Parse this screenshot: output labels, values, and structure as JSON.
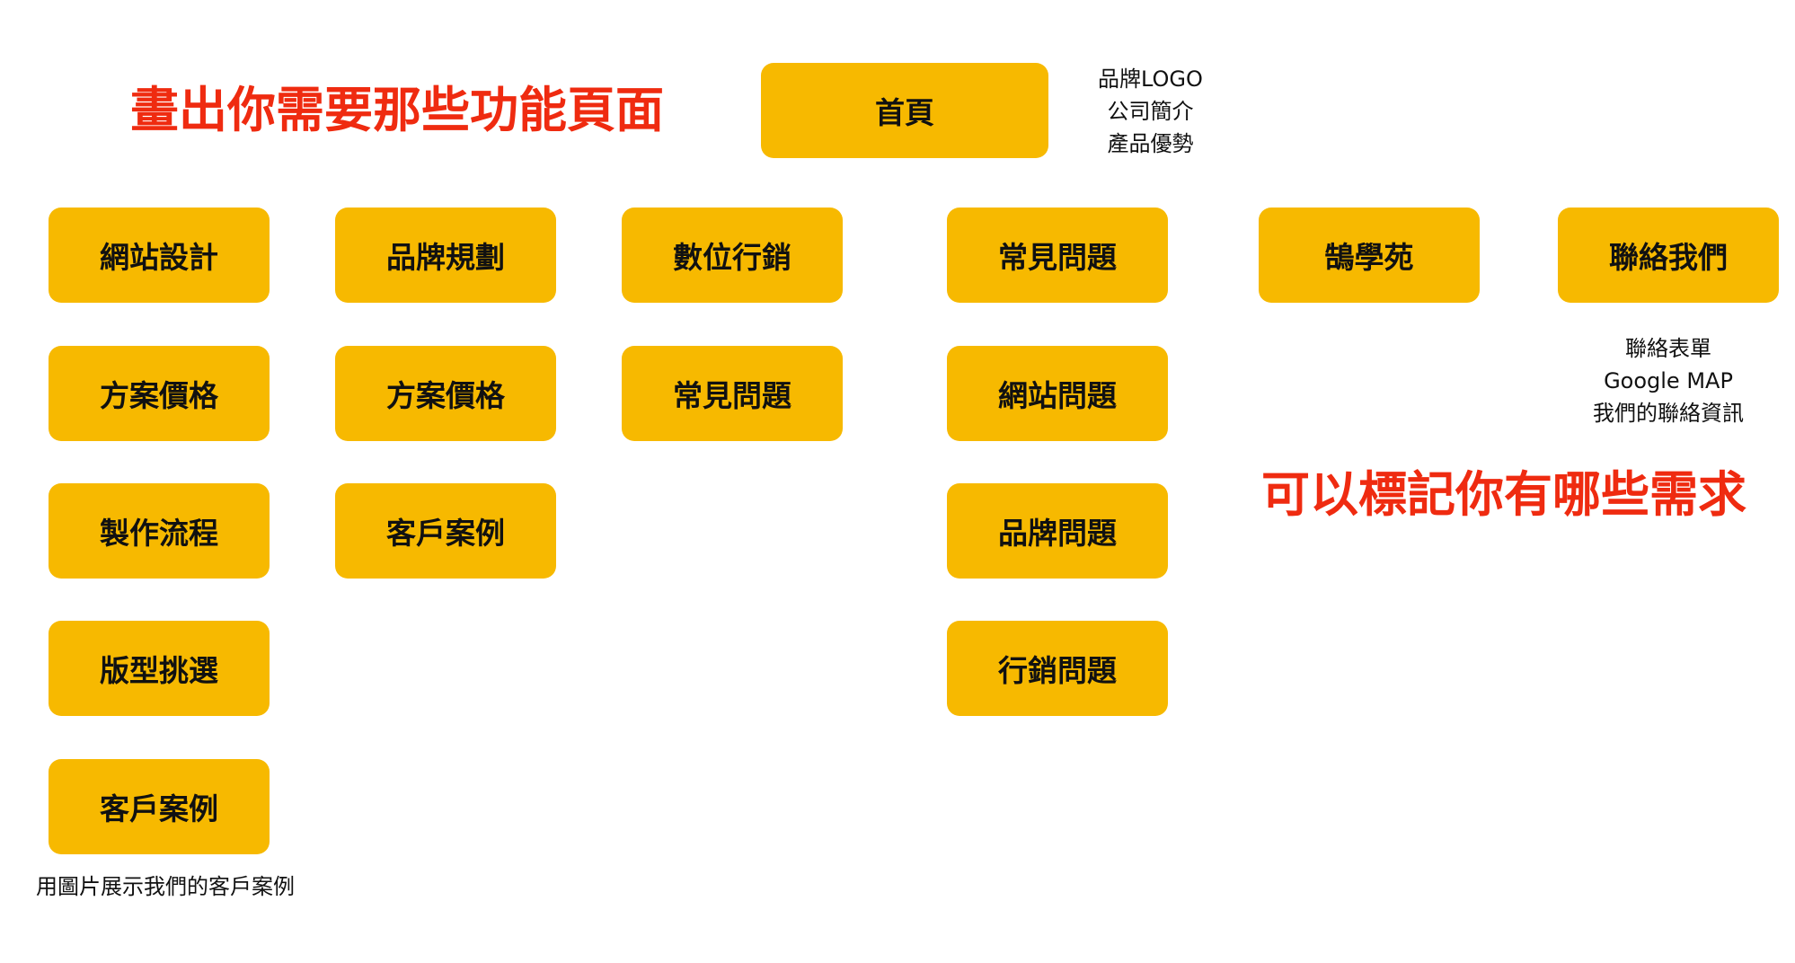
{
  "title_left": "畫出你需要那些功能頁面",
  "title_right": "可以標記你有哪些需求",
  "home": {
    "label": "首頁",
    "notes": [
      "品牌LOGO",
      "公司簡介",
      "產品優勢"
    ]
  },
  "columns": [
    {
      "items": [
        "網站設計",
        "方案價格",
        "製作流程",
        "版型挑選",
        "客戶案例"
      ]
    },
    {
      "items": [
        "品牌規劃",
        "方案價格",
        "客戶案例"
      ]
    },
    {
      "items": [
        "數位行銷",
        "常見問題"
      ]
    },
    {
      "items": [
        "常見問題",
        "網站問題",
        "品牌問題",
        "行銷問題"
      ]
    },
    {
      "items": [
        "鵠學苑"
      ]
    },
    {
      "items": [
        "聯絡我們"
      ]
    }
  ],
  "notes": {
    "client_cases": "用圖片展示我們的客戶案例",
    "contact": [
      "聯絡表單",
      "Google MAP",
      "我們的聯絡資訊"
    ]
  },
  "colors": {
    "box": "#f7b900",
    "accent_red": "#ef2b10",
    "text": "#111111"
  }
}
